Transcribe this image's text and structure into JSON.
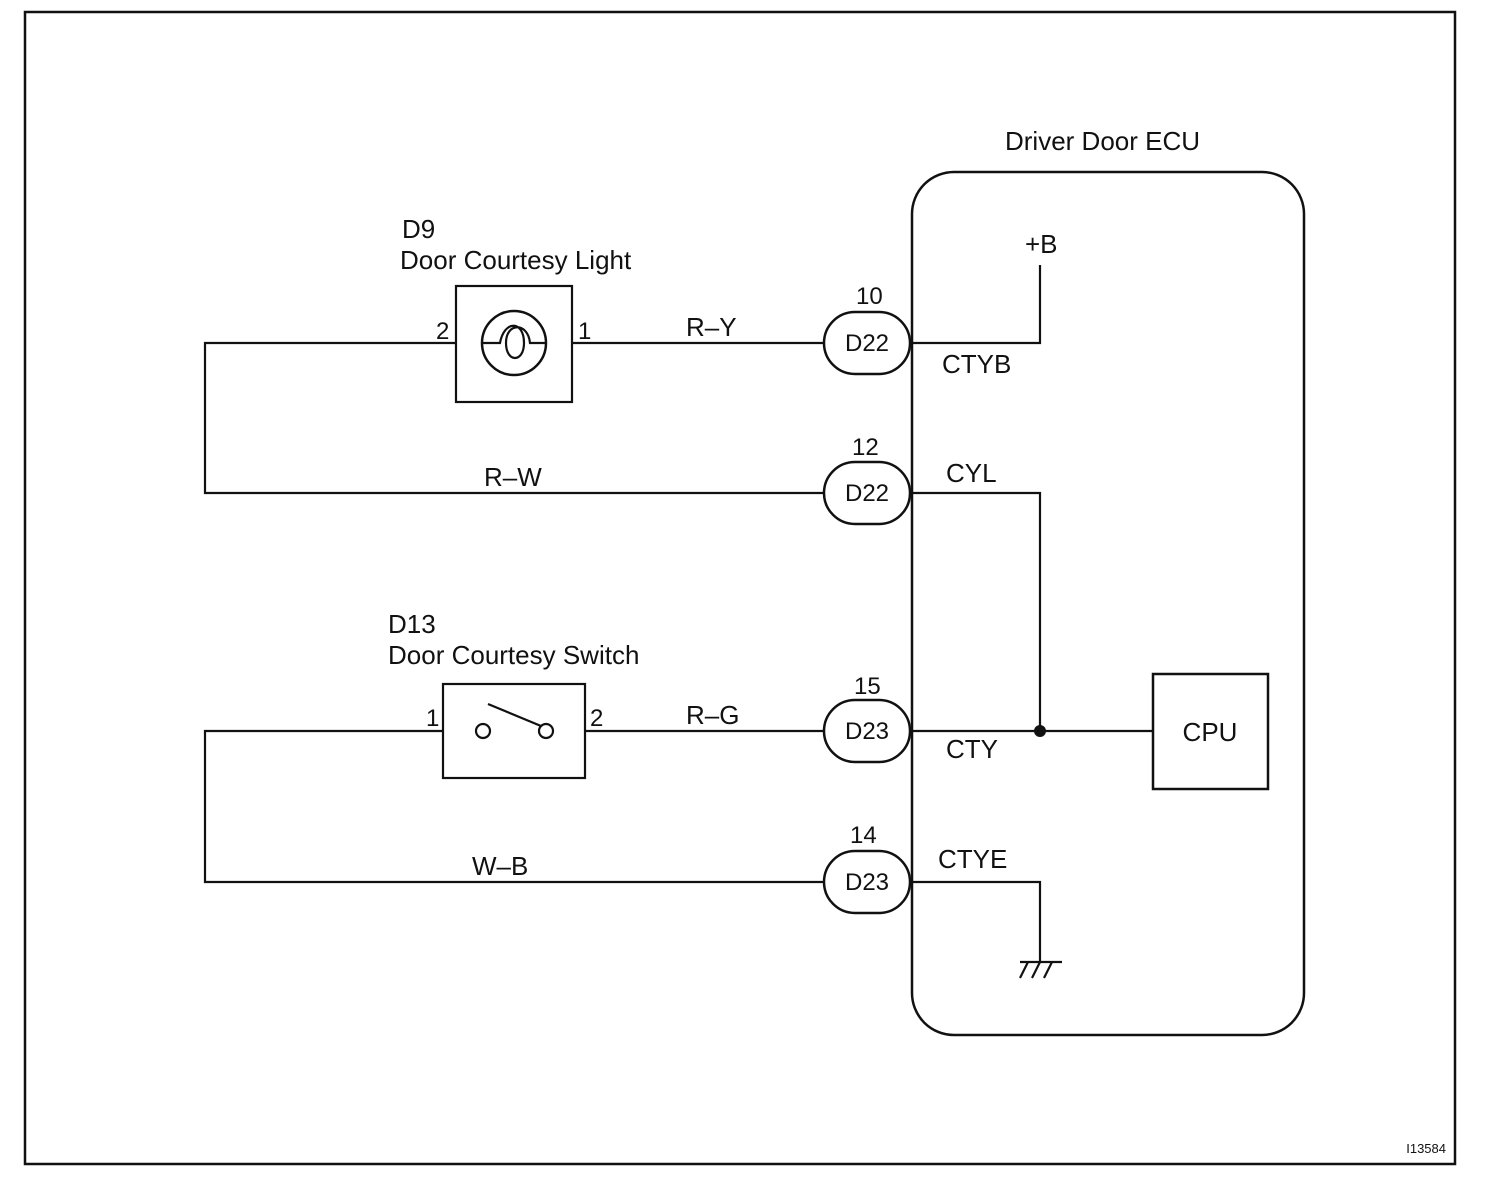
{
  "ecu": {
    "title": "Driver Door ECU",
    "cpu_label": "CPU",
    "supply_label": "+B",
    "terminals": {
      "ctyb": "CTYB",
      "cyl": "CYL",
      "cty": "CTY",
      "ctye": "CTYE"
    }
  },
  "light": {
    "code": "D9",
    "name": "Door Courtesy Light",
    "pin_left": "2",
    "pin_right": "1"
  },
  "switch": {
    "code": "D13",
    "name": "Door Courtesy Switch",
    "pin_left": "1",
    "pin_right": "2"
  },
  "wires": {
    "ry": "R–Y",
    "rw": "R–W",
    "rg": "R–G",
    "wb": "W–B"
  },
  "connectors": [
    {
      "pin": "10",
      "code": "D22"
    },
    {
      "pin": "12",
      "code": "D22"
    },
    {
      "pin": "15",
      "code": "D23"
    },
    {
      "pin": "14",
      "code": "D23"
    }
  ],
  "figure_id": "I13584"
}
